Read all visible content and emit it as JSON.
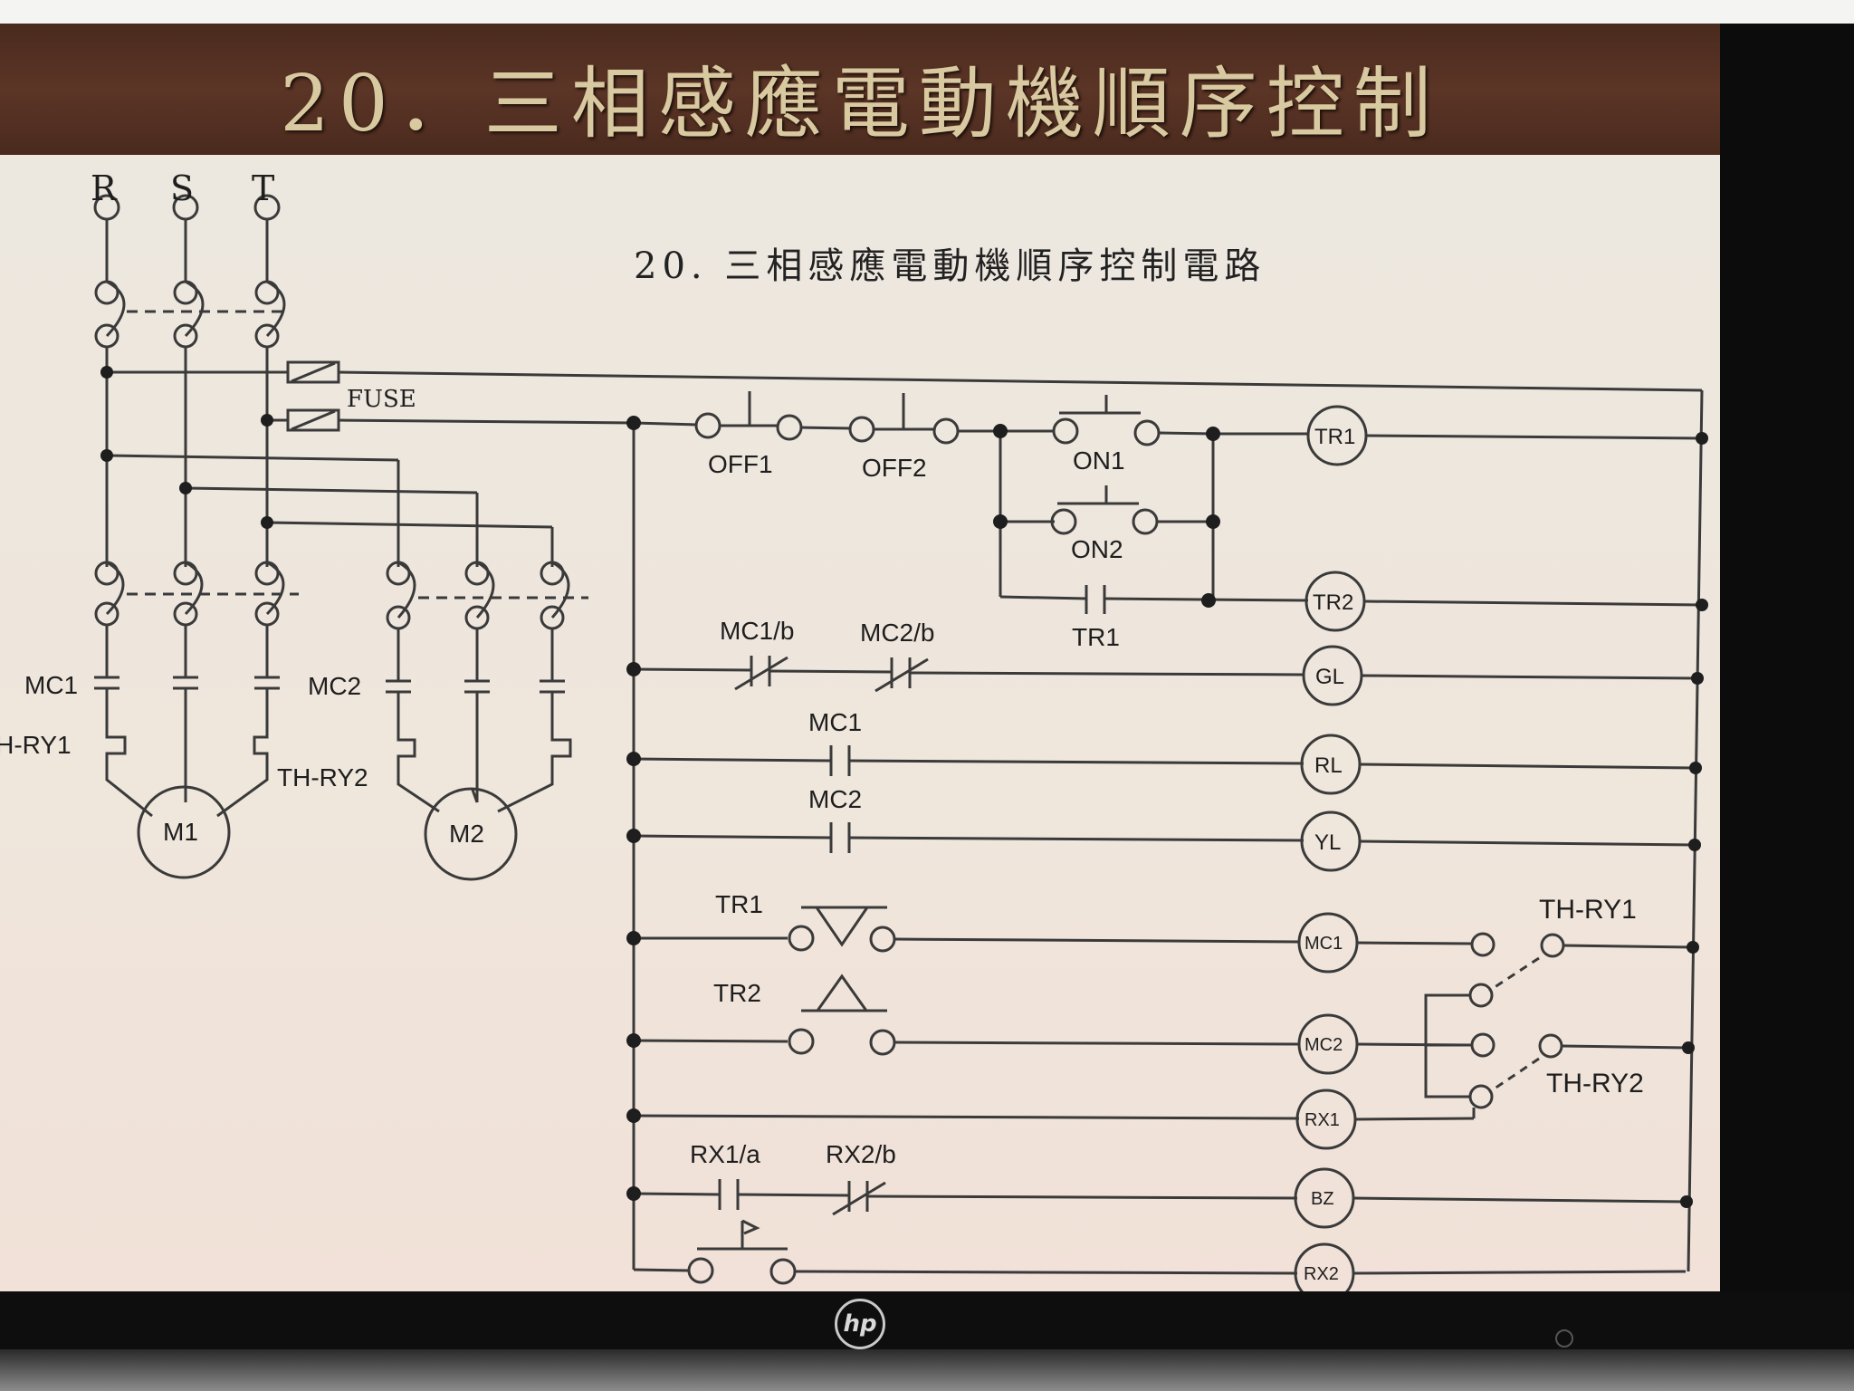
{
  "slide": {
    "title": "20．三相感應電動機順序控制",
    "subtitle": "20. 三相感應電動機順序控制電路"
  },
  "power": {
    "phases": [
      "R",
      "S",
      "T"
    ],
    "fuse_label": "FUSE"
  },
  "motors": [
    {
      "name": "M1",
      "contactor": "MC1",
      "thermal_relay": "TH-RY1"
    },
    {
      "name": "M2",
      "contactor": "MC2",
      "thermal_relay": "TH-RY2"
    }
  ],
  "control": {
    "switches": {
      "off1": "OFF1",
      "off2": "OFF2",
      "on1": "ON1",
      "on2": "ON2"
    },
    "contacts": {
      "tr1_no": "TR1",
      "mc1_b": "MC1/b",
      "mc2_b": "MC2/b",
      "mc1_a": "MC1",
      "mc2_a": "MC2",
      "tr1_timer": "TR1",
      "tr2_timer": "TR2",
      "rx1_a": "RX1/a",
      "rx2_b": "RX2/b",
      "thry1": "TH-RY1",
      "thry2": "TH-RY2"
    },
    "loads": [
      "TR1",
      "TR2",
      "GL",
      "RL",
      "YL",
      "MC1",
      "MC2",
      "RX1",
      "BZ",
      "RX2"
    ]
  },
  "monitor": {
    "brand": "hp"
  }
}
